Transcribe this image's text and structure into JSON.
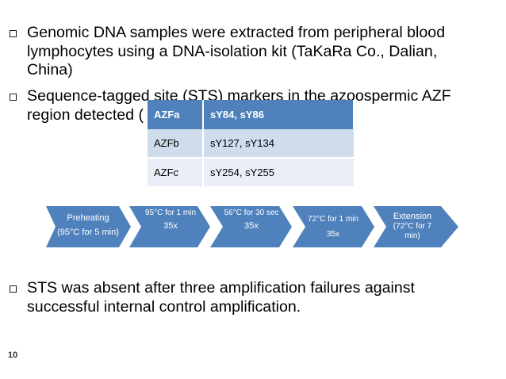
{
  "bullets": [
    {
      "text": "Genomic DNA samples were extracted from peripheral blood lymphocytes using a DNA-isolation kit (TaKaRa Co., Dalian, China)"
    },
    {
      "line1": "Sequence-tagged site (STS) markers in the azoospermic AZF",
      "line2": "region detected ("
    },
    {
      "text": "STS was absent after three amplification failures against successful internal control amplification."
    }
  ],
  "table": {
    "header": [
      "AZFa",
      "sY84, sY86"
    ],
    "rows": [
      [
        "AZFb",
        "sY127, sY134"
      ],
      [
        "AZFc",
        "sY254, sY255"
      ]
    ]
  },
  "process": [
    {
      "line1": "Preheating",
      "line2": "(95°C for 5 min)"
    },
    {
      "line1": "95°C for 1 min",
      "line2": "35x"
    },
    {
      "line1": "56°C for 30 sec",
      "line2": "35x"
    },
    {
      "line1": "72°C for 1 min",
      "line2": "35x"
    },
    {
      "line1": "Extension",
      "line2": "(72°C for 7 min)"
    }
  ],
  "page_number": "10",
  "colors": {
    "table_header": "#4f82bd",
    "flow_fill": "#4f82bd",
    "row_a": "#cfdcec",
    "row_b": "#e9eef7"
  }
}
